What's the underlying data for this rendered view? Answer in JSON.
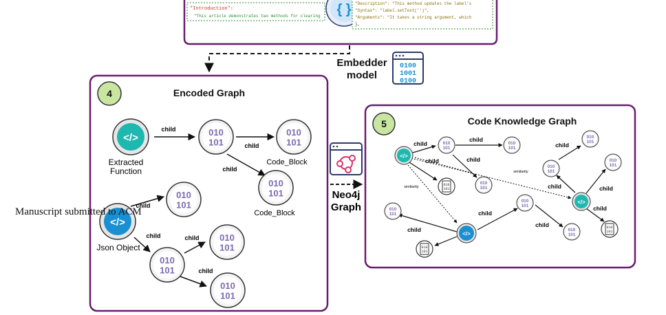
{
  "top_panel": {
    "intro_key": "\"Introduction\":",
    "intro_text": "\"This article demonstrates two methods for clearing",
    "json_line1": "\"Description\": \"This method updates the label's",
    "json_line2": "\"Syntax\": \"label.setText('')\",",
    "json_line3": "\"Arguments\": \"It takes a string argument, which",
    "json_line4": "},"
  },
  "embedder": {
    "line1": "Embedder",
    "line2": "model",
    "icon_bits": [
      "0100",
      "1001",
      "0100"
    ]
  },
  "neo4j": {
    "line1": "Neo4j",
    "line2": "Graph"
  },
  "node_bits": {
    "top": "010",
    "bottom": "101"
  },
  "encoded_graph": {
    "step": "4",
    "title": "Encoded Graph",
    "extracted_label1": "Extracted",
    "extracted_label2": "Function",
    "json_label": "Json Object",
    "code_block_a": "Code_Block",
    "code_block_b": "Code_Block",
    "edge_label": "child"
  },
  "knowledge_graph": {
    "step": "5",
    "title": "Code Knowledge Graph",
    "edge_label": "child",
    "similarity": "similarity"
  },
  "footer": "Manuscript submitted to ACM",
  "colors": {
    "purple": "#6a1b6e",
    "green": "#c8e6a0",
    "teal": "#1fb8b0",
    "blue": "#1a8fd1"
  }
}
